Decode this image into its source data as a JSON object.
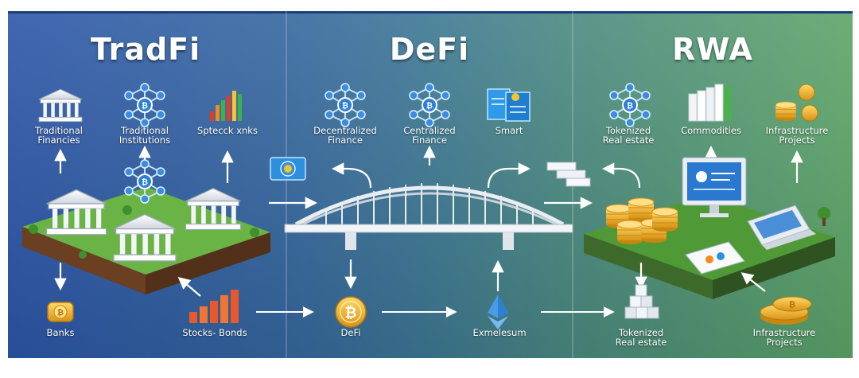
{
  "sections": [
    {
      "title": "TradFi"
    },
    {
      "title": "DeFi"
    },
    {
      "title": "RWA"
    }
  ],
  "labels": {
    "traditional_financies": "Traditional\nFinancies",
    "traditional_institutions": "Traditional\nInstitutions",
    "spteck_xnks": "Sptecck xnks",
    "banks": "Banks",
    "stocks_bonds": "Stocks- Bonds",
    "decentralized_finance": "Decentralized\nFinance",
    "centralized_finance": "Centralized\nFinance",
    "smart": "Smart",
    "defi": "DeFi",
    "exmelesum": "Exmelesum",
    "tokenized_real_estate_top": "Tokenized\nReal estate",
    "commodities": "Commodities",
    "infrastructure_projects_top": "Infrastructure\nProjects",
    "tokenized_real_estate_bottom": "Tokenized\nReal estate",
    "infrastructure_projects_bottom": "Infrastructure\nProjects"
  },
  "colors": {
    "tradfi_bg": "#2f5fae",
    "defi_bg": "#3f7a91",
    "rwa_bg": "#4f9a6c",
    "grass": "#5fae3c",
    "gold": "#f0b52a",
    "accent_blue": "#2d8fe0"
  },
  "icons": [
    "bank-icon",
    "network-icon",
    "bar-chart-icon",
    "coin-icon",
    "bridge-icon",
    "ethereum-icon",
    "books-icon",
    "coins-stack-icon",
    "monitor-icon",
    "laptop-icon",
    "building-icon",
    "blocks-icon"
  ]
}
